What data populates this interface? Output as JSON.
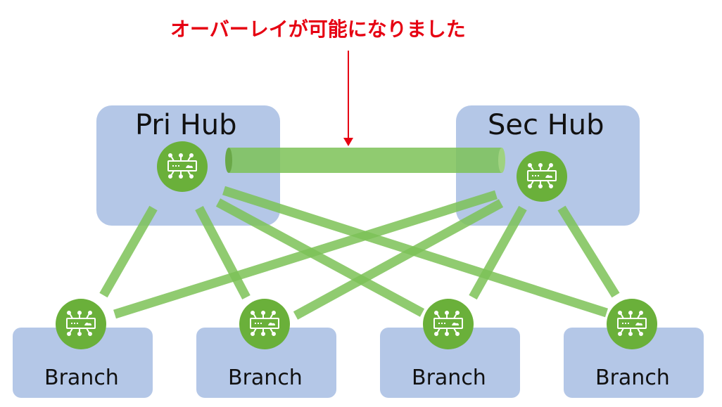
{
  "caption": "オーバーレイが可能になりました",
  "hubs": [
    {
      "id": "pri",
      "label": "Pri Hub"
    },
    {
      "id": "sec",
      "label": "Sec Hub"
    }
  ],
  "branches": [
    {
      "id": "b1",
      "label": "Branch"
    },
    {
      "id": "b2",
      "label": "Branch"
    },
    {
      "id": "b3",
      "label": "Branch"
    },
    {
      "id": "b4",
      "label": "Branch"
    }
  ],
  "links": [
    {
      "from": "pri",
      "to": "sec",
      "kind": "overlay"
    },
    {
      "from": "pri",
      "to": "b1"
    },
    {
      "from": "pri",
      "to": "b2"
    },
    {
      "from": "pri",
      "to": "b3"
    },
    {
      "from": "pri",
      "to": "b4"
    },
    {
      "from": "sec",
      "to": "b1"
    },
    {
      "from": "sec",
      "to": "b2"
    },
    {
      "from": "sec",
      "to": "b3"
    },
    {
      "from": "sec",
      "to": "b4"
    }
  ],
  "colors": {
    "caption": "#e60012",
    "box_fill": "#b4c7e7",
    "tunnel": "#7dc257",
    "router_fill": "#6ab03a",
    "router_icon": "#ffffff",
    "arrow": "#e60012"
  },
  "icon": "router-icon"
}
